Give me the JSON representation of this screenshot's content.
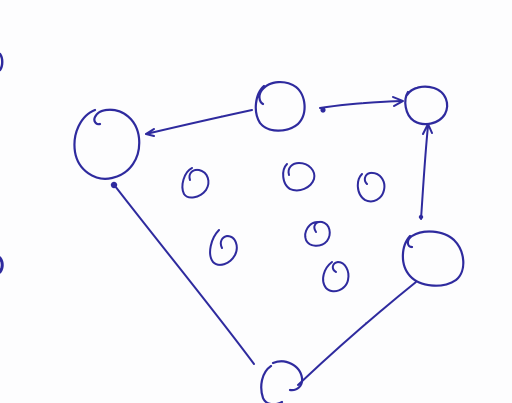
{
  "diagram": {
    "kind": "hand-drawn directed graph sketch on paper",
    "ink_color": "#2e2a9e",
    "paper_color": "#fdfdfe",
    "node_shape": "circle",
    "outer_nodes": [
      {
        "id": "top-left"
      },
      {
        "id": "top-middle"
      },
      {
        "id": "top-right"
      },
      {
        "id": "right"
      },
      {
        "id": "bottom"
      }
    ],
    "inner_scribbles": [
      {
        "id": "s1"
      },
      {
        "id": "s2"
      },
      {
        "id": "s3"
      },
      {
        "id": "s4"
      },
      {
        "id": "s5"
      },
      {
        "id": "s6"
      }
    ],
    "edges": [
      {
        "from": "top-middle",
        "to": "top-left"
      },
      {
        "from": "top-middle",
        "to": "top-right"
      },
      {
        "from": "right",
        "to": "top-right"
      },
      {
        "from": "bottom",
        "to": "right"
      },
      {
        "from": "bottom",
        "to": "top-left"
      }
    ]
  }
}
